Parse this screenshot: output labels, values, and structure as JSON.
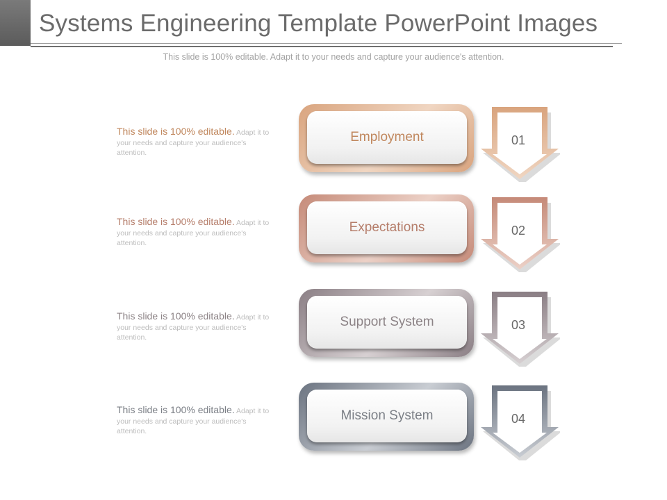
{
  "slide": {
    "title": "Systems Engineering Template PowerPoint Images",
    "subtitle": "This slide is 100% editable. Adapt it to your needs and capture your audience's attention."
  },
  "steps": [
    {
      "label": "Employment",
      "number": "01",
      "desc_lead": "This slide is 100% editable.",
      "desc_rest": " Adapt it to your needs and capture your audience's attention.",
      "color_light": "#f0d6c2",
      "color_dark": "#d9a47e",
      "text_color": "#c0875d"
    },
    {
      "label": "Expectations",
      "number": "02",
      "desc_lead": "This slide is 100% editable.",
      "desc_rest": " Adapt it to your needs and capture your audience's attention.",
      "color_light": "#ecd1c7",
      "color_dark": "#c58a78",
      "text_color": "#b57d6a"
    },
    {
      "label": "Support  System",
      "number": "03",
      "desc_lead": "This slide is 100% editable.",
      "desc_rest": " Adapt it to your needs and capture your audience's attention.",
      "color_light": "#d7d0d2",
      "color_dark": "#8a7e84",
      "text_color": "#8c8386"
    },
    {
      "label": "Mission System",
      "number": "04",
      "desc_lead": "This slide is 100% editable.",
      "desc_rest": " Adapt it to your needs and capture your audience's attention.",
      "color_light": "#c9cdd3",
      "color_dark": "#6b7380",
      "text_color": "#7b7f86"
    }
  ]
}
